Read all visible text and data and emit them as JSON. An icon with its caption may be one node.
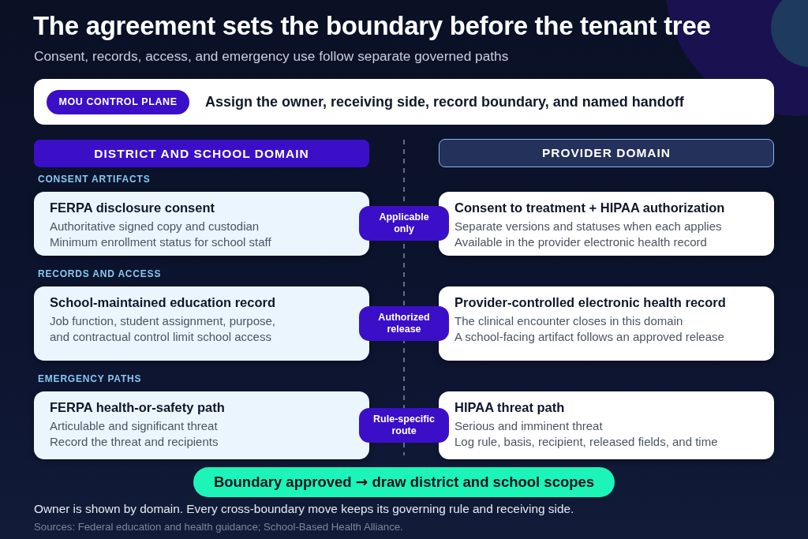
{
  "diagram": {
    "title": "The agreement sets the boundary before the tenant tree",
    "nodes": [
      {
        "text": [
          "Assign the owner, receiving side, record boundary, and named handoff"
        ]
      },
      {
        "text": [
          "MOU CONTROL PLANE"
        ],
        "in": 0
      },
      {
        "text": [
          "DISTRICT AND SCHOOL DOMAIN"
        ]
      },
      {
        "text": [
          "PROVIDER DOMAIN"
        ]
      },
      {
        "text": [
          "FERPA disclosure consent",
          "Authoritative signed copy and custodian",
          "Minimum enrollment status for school staff"
        ]
      },
      {
        "text": [
          "Applicable only"
        ]
      },
      {
        "text": [
          "Consent to treatment + HIPAA authorization",
          "Separate versions and statuses when each applies",
          "Available in the provider electronic health record"
        ]
      },
      {
        "text": [
          "School-maintained education record",
          "Job function, student assignment, purpose, and contractual control limit school access"
        ]
      },
      {
        "text": [
          "Authorized release"
        ]
      },
      {
        "text": [
          "Provider-controlled electronic health record",
          "The clinical encounter closes in this domain",
          "A school-facing artifact follows an approved release"
        ]
      },
      {
        "text": [
          "FERPA health-or-safety path",
          "Articulable and significant threat",
          "Record the threat and recipients"
        ]
      },
      {
        "text": [
          "Rule-specific route"
        ]
      },
      {
        "text": [
          "HIPAA threat path",
          "Serious and imminent threat",
          "Log rule, basis, recipient, released fields, and time"
        ]
      },
      {
        "text": [
          "Boundary approved → draw district and school scopes"
        ]
      }
    ],
    "labels": [
      "Consent, records, access, and emergency use follow separate governed paths",
      "CONSENT ARTIFACTS",
      "RECORDS AND ACCESS",
      "EMERGENCY PATHS",
      "Owner is shown by domain. Every cross-boundary move keeps its governing rule and receiving side.",
      "Sources: Federal education and health guidance; School-Based Health Alliance."
    ]
  }
}
